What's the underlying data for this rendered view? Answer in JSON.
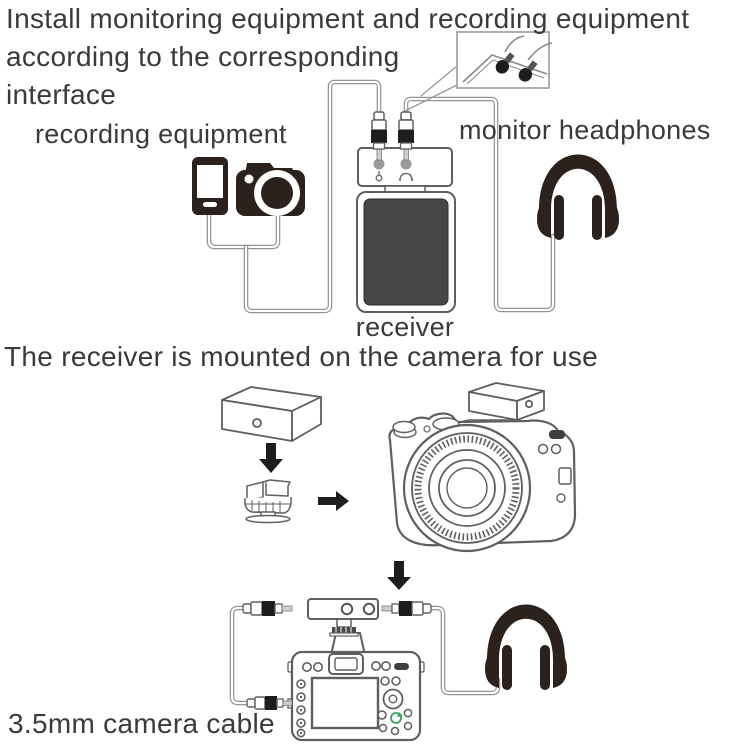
{
  "palette": {
    "icon_dark": "#2b211d",
    "outline_gray": "#5f5f5f",
    "cable_gray": "#949494",
    "screen_dark": "#464646",
    "arrow_black": "#1d1d1d",
    "text_color": "#3a3a3a",
    "jack_gray": "#9a9a9a",
    "function_button_green": "#3aa15f"
  },
  "install_section": {
    "heading_lines": [
      "Install monitoring equipment and recording equipment",
      "according to the corresponding",
      "interface"
    ],
    "recording_label": "recording equipment",
    "monitor_label": "monitor headphones",
    "receiver_label": "receiver"
  },
  "mount_section": {
    "heading": "The receiver is mounted on the camera for use"
  },
  "cable_section": {
    "label": "3.5mm camera cable"
  },
  "icons": {
    "smartphone": "smartphone-icon",
    "photo_camera": "photo-camera-icon",
    "headphones": "headphones-icon",
    "receiver_device": "receiver-device",
    "audio_plug": "audio-plug-3.5mm-icon",
    "cold_shoe": "cold-shoe-mount-icon",
    "arrow": "direction-arrow-icon",
    "plug_detail_inset": "plug-closeup-inset"
  }
}
